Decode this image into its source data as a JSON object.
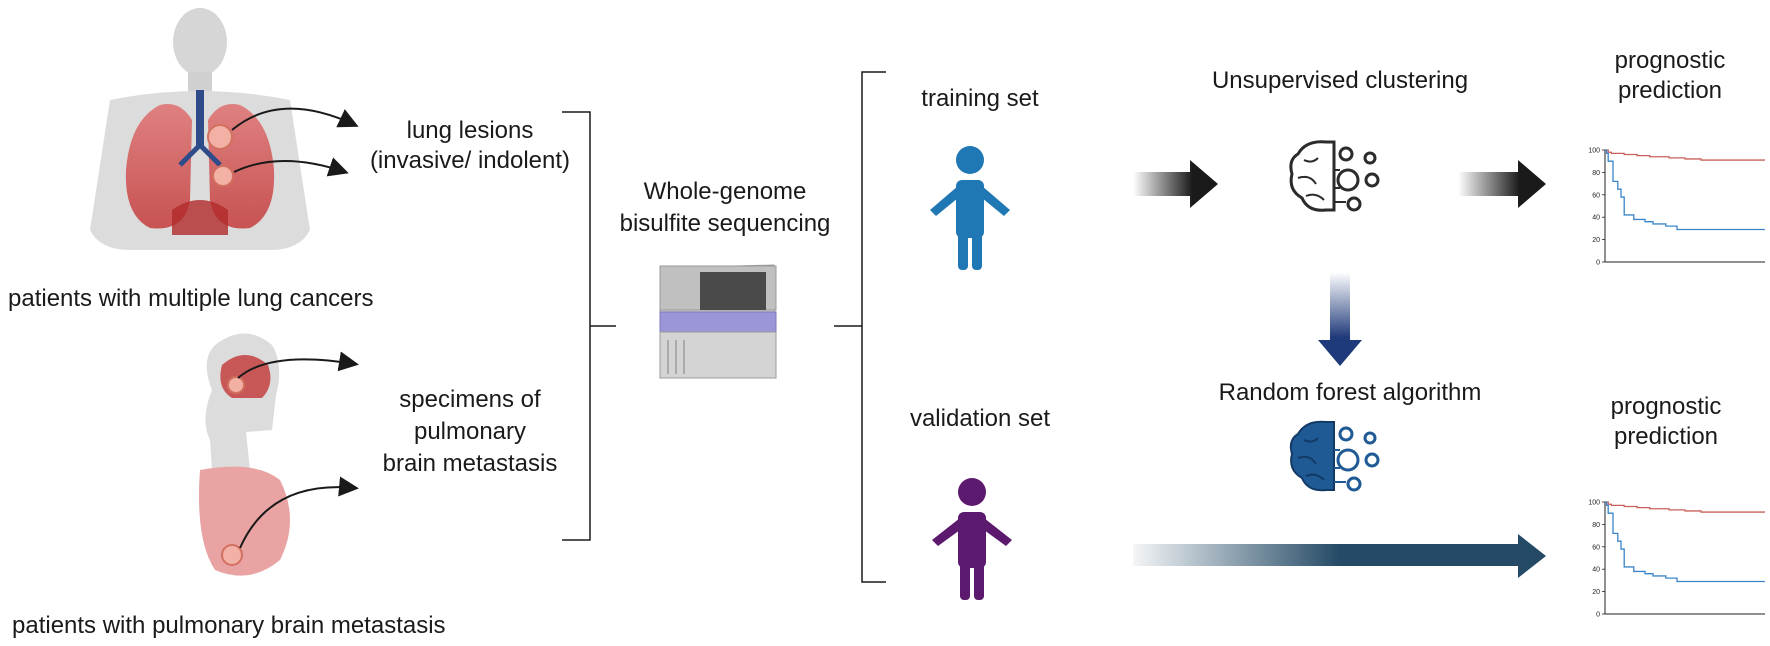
{
  "labels": {
    "patients_lung": "patients with multiple lung cancers",
    "patients_brain": "patients with pulmonary brain metastasis",
    "lung_lesions_1": "lung lesions",
    "lung_lesions_2": "(invasive/ indolent)",
    "specimens_1": "specimens of",
    "specimens_2": "pulmonary",
    "specimens_3": "brain metastasis",
    "wgbs_1": "Whole-genome",
    "wgbs_2": "bisulfite sequencing",
    "training_set": "training set",
    "validation_set": "validation set",
    "unsupervised": "Unsupervised clustering",
    "random_forest": "Random forest algorithm",
    "prognostic_top_1": "prognostic",
    "prognostic_top_2": "prediction",
    "prognostic_bottom_1": "prognostic",
    "prognostic_bottom_2": "prediction"
  },
  "colors": {
    "training_person": "#1f77b4",
    "validation_person": "#5b1a6e",
    "dark_arrow": "#1a1a1a",
    "navy_arrow": "#1f3a7a",
    "teal_arrow": "#254a66",
    "curve_high": "#c9605c",
    "curve_low": "#3a86c8",
    "brain_dark": "#2b2b2b",
    "brain_blue": "#1f5a94"
  },
  "icons": [
    "human-torso-icon",
    "human-head-icon",
    "sequencer-icon",
    "person-icon",
    "brain-gears-icon"
  ],
  "chart_data": [
    {
      "type": "line",
      "y_ticks": [
        "100",
        "80",
        "60",
        "40",
        "20",
        "0"
      ],
      "ylim": [
        0,
        100
      ],
      "xlim": [
        0,
        100
      ],
      "series": [
        {
          "color": "#c9605c",
          "x": [
            0,
            2,
            4,
            8,
            12,
            20,
            28,
            40,
            50,
            60,
            80,
            100
          ],
          "y": [
            100,
            98,
            97,
            97,
            96,
            95,
            94,
            93,
            92,
            91,
            91,
            91
          ]
        },
        {
          "color": "#3a86c8",
          "x": [
            0,
            1,
            2,
            5,
            8,
            10,
            12,
            18,
            25,
            30,
            38,
            45,
            60,
            100
          ],
          "y": [
            100,
            97,
            90,
            72,
            65,
            58,
            42,
            38,
            36,
            34,
            32,
            29,
            29,
            29
          ]
        }
      ]
    },
    {
      "type": "line",
      "y_ticks": [
        "100",
        "80",
        "60",
        "40",
        "20",
        "0"
      ],
      "ylim": [
        0,
        100
      ],
      "xlim": [
        0,
        100
      ],
      "series": [
        {
          "color": "#c9605c",
          "x": [
            0,
            2,
            4,
            8,
            12,
            20,
            28,
            40,
            50,
            60,
            80,
            100
          ],
          "y": [
            100,
            98,
            97,
            97,
            96,
            95,
            94,
            93,
            92,
            91,
            91,
            91
          ]
        },
        {
          "color": "#3a86c8",
          "x": [
            0,
            1,
            2,
            5,
            8,
            10,
            12,
            18,
            25,
            30,
            38,
            45,
            60,
            100
          ],
          "y": [
            100,
            97,
            90,
            72,
            65,
            58,
            42,
            38,
            36,
            34,
            32,
            29,
            29,
            29
          ]
        }
      ]
    }
  ]
}
